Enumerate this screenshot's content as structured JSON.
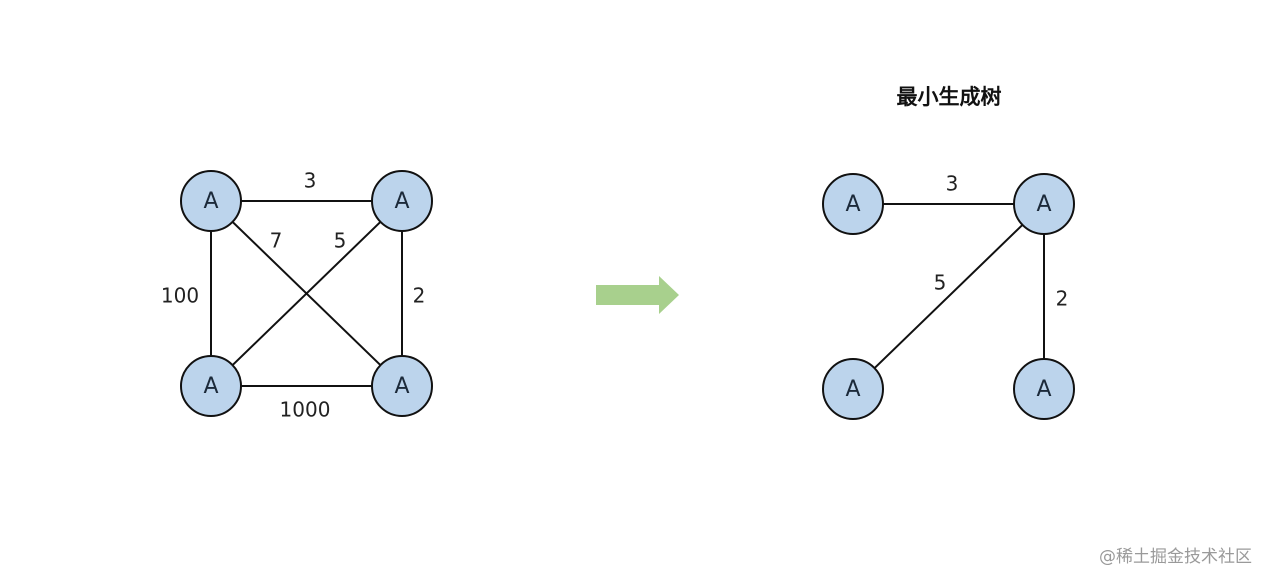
{
  "title": "最小生成树",
  "watermark": "@稀土掘金技术社区",
  "colors": {
    "node_fill": "#bcd4ec",
    "node_stroke": "#111111",
    "edge": "#111111",
    "arrow": "#a8d08d"
  },
  "graph": {
    "nodes": [
      {
        "id": "tl",
        "label": "A"
      },
      {
        "id": "tr",
        "label": "A"
      },
      {
        "id": "bl",
        "label": "A"
      },
      {
        "id": "br",
        "label": "A"
      }
    ],
    "edges": [
      {
        "from": "tl",
        "to": "tr",
        "weight": "3"
      },
      {
        "from": "tl",
        "to": "br",
        "weight": "7"
      },
      {
        "from": "tr",
        "to": "bl",
        "weight": "5"
      },
      {
        "from": "tl",
        "to": "bl",
        "weight": "100"
      },
      {
        "from": "tr",
        "to": "br",
        "weight": "2"
      },
      {
        "from": "bl",
        "to": "br",
        "weight": "1000"
      }
    ]
  },
  "tree": {
    "nodes": [
      {
        "id": "tl",
        "label": "A"
      },
      {
        "id": "tr",
        "label": "A"
      },
      {
        "id": "bl",
        "label": "A"
      },
      {
        "id": "br",
        "label": "A"
      }
    ],
    "edges": [
      {
        "from": "tl",
        "to": "tr",
        "weight": "3"
      },
      {
        "from": "tr",
        "to": "bl",
        "weight": "5"
      },
      {
        "from": "tr",
        "to": "br",
        "weight": "2"
      }
    ]
  }
}
